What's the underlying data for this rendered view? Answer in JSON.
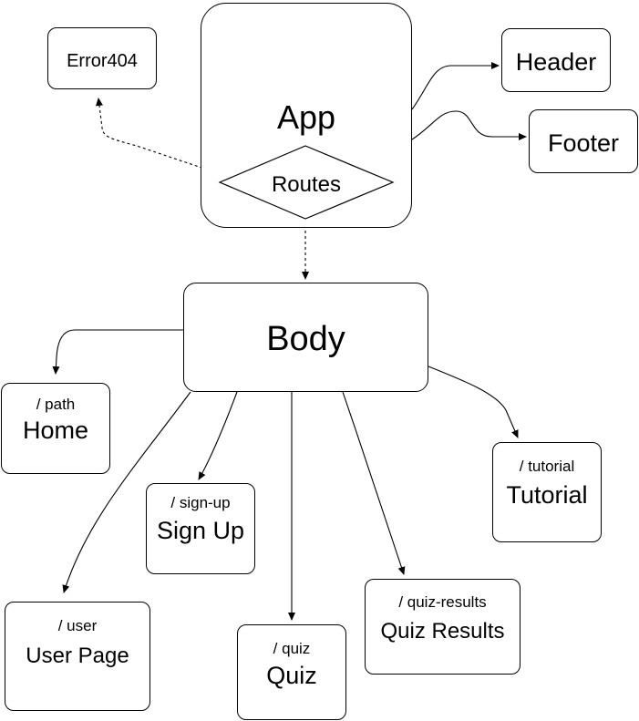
{
  "nodes": {
    "app": "App",
    "routes": "Routes",
    "header": "Header",
    "footer": "Footer",
    "error": "Error404",
    "body": "Body",
    "home": {
      "path": "/ path",
      "title": "Home"
    },
    "signup": {
      "path": "/ sign-up",
      "title": "Sign Up"
    },
    "user": {
      "path": "/ user",
      "title": "User Page"
    },
    "quiz": {
      "path": "/ quiz",
      "title": "Quiz"
    },
    "quiz_results": {
      "path": "/ quiz-results",
      "title": "Quiz Results"
    },
    "tutorial": {
      "path": "/ tutorial",
      "title": "Tutorial"
    }
  }
}
